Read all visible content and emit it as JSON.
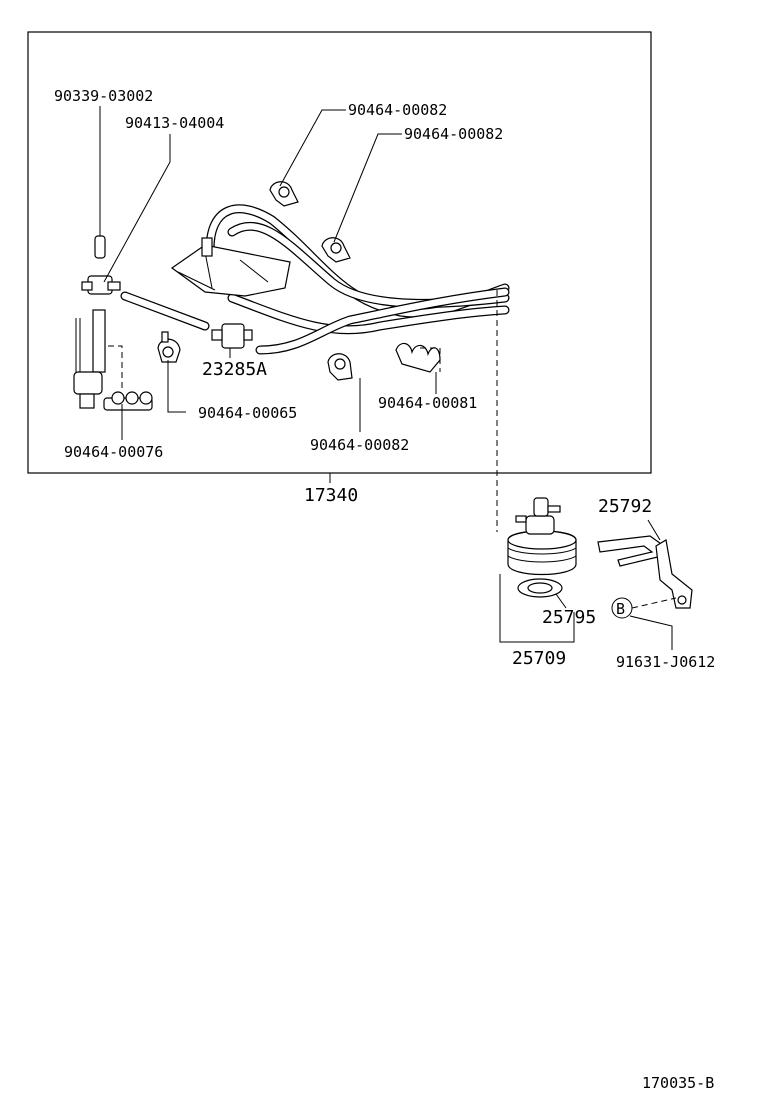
{
  "labels": {
    "p90339_03002": "90339-03002",
    "p90413_04004": "90413-04004",
    "p90464_00082_a": "90464-00082",
    "p90464_00082_b": "90464-00082",
    "p23285A": "23285A",
    "p90464_00065": "90464-00065",
    "p90464_00081": "90464-00081",
    "p90464_00082_c": "90464-00082",
    "p90464_00076": "90464-00076",
    "p17340": "17340",
    "p25792": "25792",
    "p25795": "25795",
    "p25709": "25709",
    "p91631_J0612": "91631-J0612",
    "ref_B": "B"
  },
  "footer": {
    "code": "170035-B"
  }
}
